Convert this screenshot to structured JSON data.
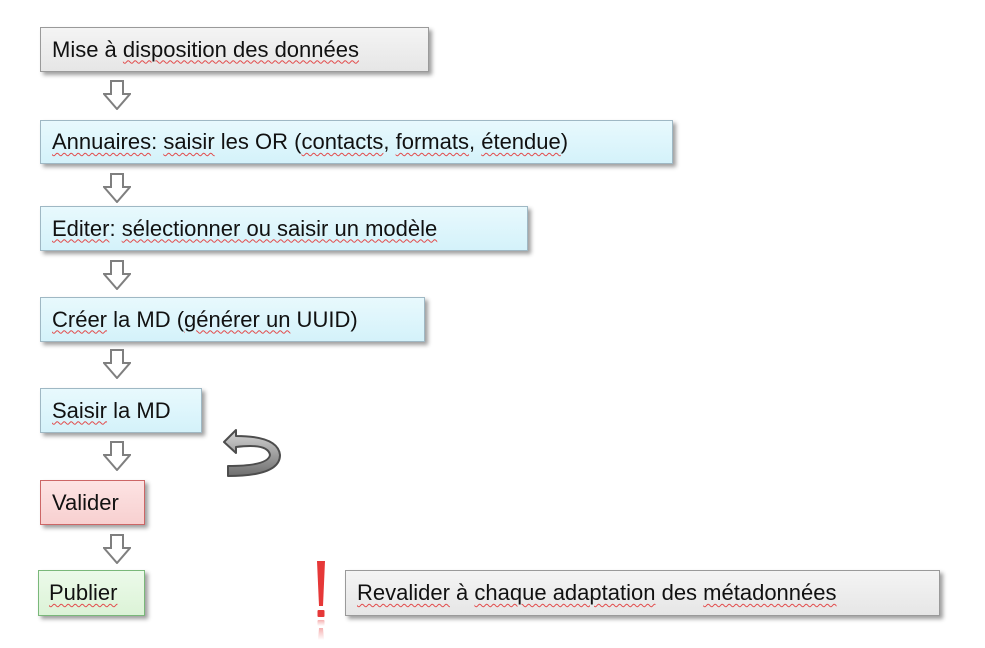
{
  "steps": [
    {
      "segments": [
        {
          "text": "Mise à ",
          "squiggle": false
        },
        {
          "text": "disposition des données",
          "squiggle": true
        }
      ],
      "color": "gray"
    },
    {
      "segments": [
        {
          "text": "Annuaires",
          "squiggle": true
        },
        {
          "text": ": ",
          "squiggle": false
        },
        {
          "text": "saisir",
          "squiggle": true
        },
        {
          "text": " les OR (",
          "squiggle": false
        },
        {
          "text": "contacts",
          "squiggle": true
        },
        {
          "text": ", ",
          "squiggle": false
        },
        {
          "text": "formats",
          "squiggle": true
        },
        {
          "text": ", ",
          "squiggle": false
        },
        {
          "text": "étendue",
          "squiggle": true
        },
        {
          "text": ")",
          "squiggle": false
        }
      ],
      "color": "blue"
    },
    {
      "segments": [
        {
          "text": "Editer",
          "squiggle": true
        },
        {
          "text": ": ",
          "squiggle": false
        },
        {
          "text": "sélectionner ou saisir un modèle",
          "squiggle": true
        }
      ],
      "color": "blue"
    },
    {
      "segments": [
        {
          "text": "Créer",
          "squiggle": true
        },
        {
          "text": " la MD (",
          "squiggle": false
        },
        {
          "text": "générer un",
          "squiggle": true
        },
        {
          "text": " UUID)",
          "squiggle": false
        }
      ],
      "color": "blue"
    },
    {
      "segments": [
        {
          "text": "Saisir",
          "squiggle": true
        },
        {
          "text": " la MD",
          "squiggle": false
        }
      ],
      "color": "blue"
    },
    {
      "segments": [
        {
          "text": "Valider",
          "squiggle": false
        }
      ],
      "color": "red"
    },
    {
      "segments": [
        {
          "text": "Publier",
          "squiggle": true
        }
      ],
      "color": "green"
    }
  ],
  "note": {
    "segments": [
      {
        "text": "Revalider",
        "squiggle": true
      },
      {
        "text": " à ",
        "squiggle": false
      },
      {
        "text": "chaque adaptation",
        "squiggle": true
      },
      {
        "text": " des ",
        "squiggle": false
      },
      {
        "text": "métadonnées",
        "squiggle": true
      }
    ],
    "color": "gray"
  },
  "icons": {
    "down_arrow": "down-arrow-icon",
    "loop_arrow": "loop-back-arrow-icon",
    "warning": "exclamation-icon"
  },
  "colors": {
    "arrow_fill": "#ffffff",
    "arrow_stroke": "#7f7f7f",
    "exclamation": "#e63838",
    "squiggle": "#e24a4a"
  }
}
